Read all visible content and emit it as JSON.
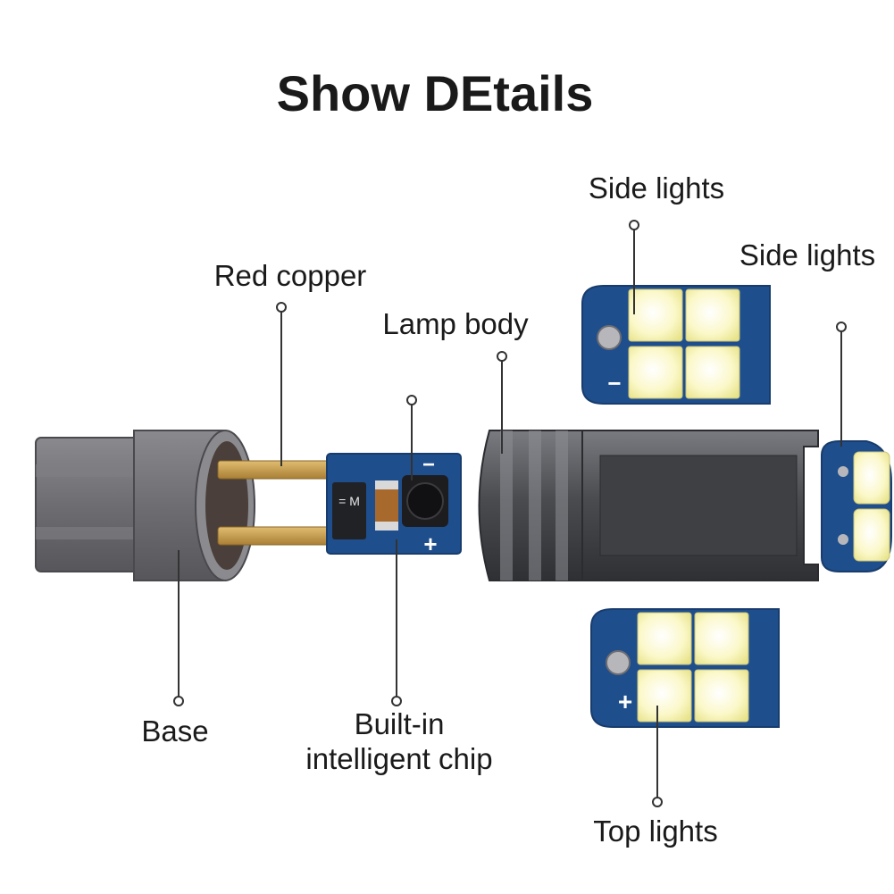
{
  "title": "Show DEtails",
  "labels": {
    "side_lights_top": "Side lights",
    "side_lights_right": "Side lights",
    "red_copper": "Red copper",
    "lamp_body": "Lamp body",
    "base": "Base",
    "chip_line1": "Built-in",
    "chip_line2": "intelligent chip",
    "top_lights": "Top lights"
  },
  "board_marks": {
    "minus": "−",
    "plus": "+"
  },
  "colors": {
    "pcb_blue": "#1f4e8c",
    "led_yellow": "#f6f4a8",
    "base_gray": "#6f6f73",
    "copper": "#c49a4b",
    "lamp_body": "#5a5b5f"
  }
}
